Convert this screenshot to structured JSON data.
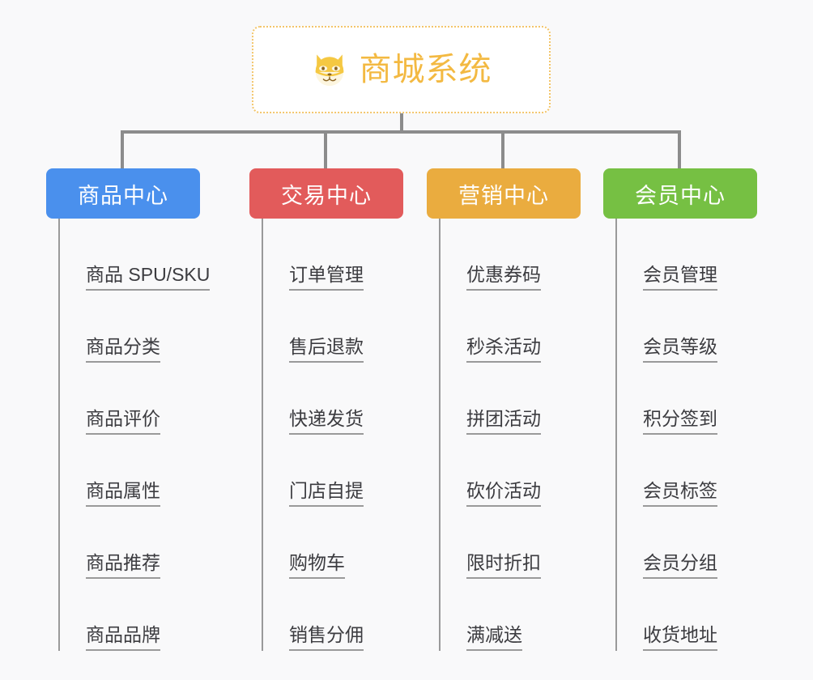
{
  "page": {
    "background_color": "#f9f9fa",
    "line_color": "#8c8c8c"
  },
  "root": {
    "title": "商城系统",
    "icon": "dog-face-icon",
    "text_color": "#f3b942",
    "border_color": "#f3c56a",
    "border_style": "dotted",
    "background": "#ffffff"
  },
  "columns": [
    {
      "header": "商品中心",
      "color": "#4a90ed",
      "items": [
        "商品 SPU/SKU",
        "商品分类",
        "商品评价",
        "商品属性",
        "商品推荐",
        "商品品牌"
      ]
    },
    {
      "header": "交易中心",
      "color": "#e25b5b",
      "items": [
        "订单管理",
        "售后退款",
        "快递发货",
        "门店自提",
        "购物车",
        "销售分佣"
      ]
    },
    {
      "header": "营销中心",
      "color": "#eaac3f",
      "items": [
        "优惠券码",
        "秒杀活动",
        "拼团活动",
        "砍价活动",
        "限时折扣",
        "满减送"
      ]
    },
    {
      "header": "会员中心",
      "color": "#76c043",
      "items": [
        "会员管理",
        "会员等级",
        "积分签到",
        "会员标签",
        "会员分组",
        "收货地址"
      ]
    }
  ]
}
